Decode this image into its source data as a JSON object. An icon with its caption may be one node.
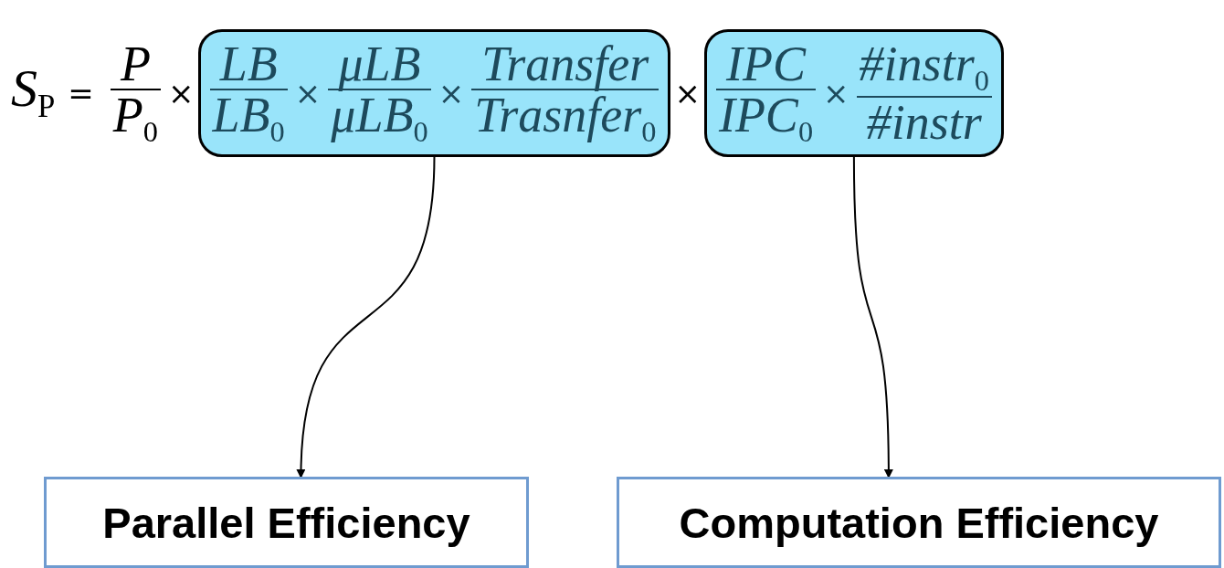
{
  "diagram": {
    "nodes": [
      {
        "text": [
          "LB",
          "LB$_{0}$",
          "×",
          "μLB",
          "μLB$_{0}$",
          "×",
          "Transfer",
          "Trasnfer$_{0}$"
        ]
      },
      {
        "text": [
          "IPC",
          "IPC$_{0}$",
          "×",
          "#instr$_{0}$",
          "#instr"
        ]
      },
      {
        "text": [
          "Parallel Efficiency"
        ]
      },
      {
        "text": [
          "Computation Efficiency"
        ]
      }
    ],
    "edges": [
      {
        "from": 0,
        "to": 2,
        "arrow": "to"
      },
      {
        "from": 1,
        "to": 3,
        "arrow": "to"
      }
    ],
    "labels": [
      "S$_{P}$",
      "=",
      "P",
      "P$_{0}$",
      "×",
      "×"
    ]
  }
}
